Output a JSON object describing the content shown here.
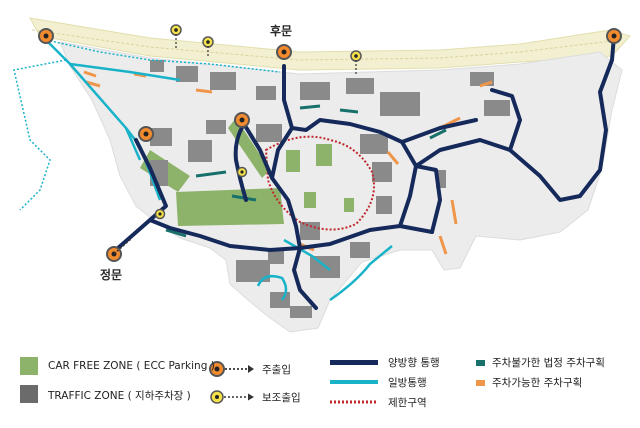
{
  "map": {
    "gate_labels": {
      "rear_gate": "후문",
      "main_gate": "정문"
    }
  },
  "legend": {
    "zones": [
      {
        "label": "CAR FREE ZONE ( ECC Parking )",
        "color": "#8db26a"
      },
      {
        "label": "TRAFFIC ZONE ( 지하주차장 )",
        "color": "#6b6b6b"
      }
    ],
    "entrances": [
      {
        "label": "주출입",
        "icon": "main-entrance-icon"
      },
      {
        "label": "보조출입",
        "icon": "sub-entrance-icon"
      }
    ],
    "roads": [
      {
        "label": "양방향 통행",
        "color": "#152a5a"
      },
      {
        "label": "일방통행",
        "color": "#19b3c9"
      },
      {
        "label": "제한구역",
        "color": "#c0272d"
      }
    ],
    "parking": [
      {
        "label": "주차불가한 법정 주차구획",
        "color": "#17706a"
      },
      {
        "label": "주차가능한 주차구획",
        "color": "#f0964a"
      }
    ]
  },
  "colors": {
    "campus_ground": "#ececec",
    "building": "#8a8a8a",
    "car_free": "#8db26a",
    "two_way": "#152a5a",
    "one_way": "#19b3c9",
    "restricted": "#c0272d",
    "no_parking": "#17706a",
    "parking_ok": "#f0964a",
    "gate_fill": "#f28a2e",
    "sub_gate_fill": "#f5e14a",
    "rail_band": "#f2f0d0"
  }
}
